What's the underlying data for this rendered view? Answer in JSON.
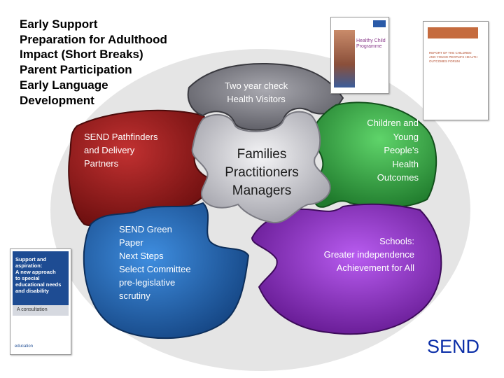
{
  "top_left_list": [
    "Early Support",
    "Preparation for Adulthood",
    "Impact (Short Breaks)",
    "Parent Participation",
    "Early Language",
    "Development"
  ],
  "center": [
    "Families",
    "Practitioners",
    "Managers"
  ],
  "pieces": {
    "top": [
      "Two year check",
      "Health Visitors"
    ],
    "red": [
      "SEND Pathfinders",
      "and Delivery",
      "Partners"
    ],
    "green": [
      "Children and",
      "Young",
      "People’s",
      "Health",
      "Outcomes"
    ],
    "blue": [
      "SEND Green",
      "Paper",
      "Next Steps",
      "Select Committee",
      "pre-legislative",
      "scrutiny"
    ],
    "purple": [
      "Schools:",
      "Greater independence",
      "Achievement for All"
    ]
  },
  "documents": {
    "healthy_child": {
      "title": [
        "Healthy Child",
        "Programme"
      ]
    },
    "report": {
      "title": [
        "REPORT OF THE CHILDREN",
        "AND YOUNG PEOPLE'S HEALTH",
        "OUTCOMES FORUM"
      ]
    },
    "green_paper": {
      "title": [
        "Support and",
        "aspiration:",
        "A new approach",
        "to special",
        "educational needs",
        "and disability"
      ],
      "subtitle": "A consultation",
      "footer": "education"
    }
  },
  "send_label": "SEND",
  "colors": {
    "red": "#8b1a1a",
    "green": "#2f9e3e",
    "blue": "#1f63b8",
    "purple": "#8e29c4",
    "center": "#c8c8ce",
    "top": "#7d7d85"
  }
}
